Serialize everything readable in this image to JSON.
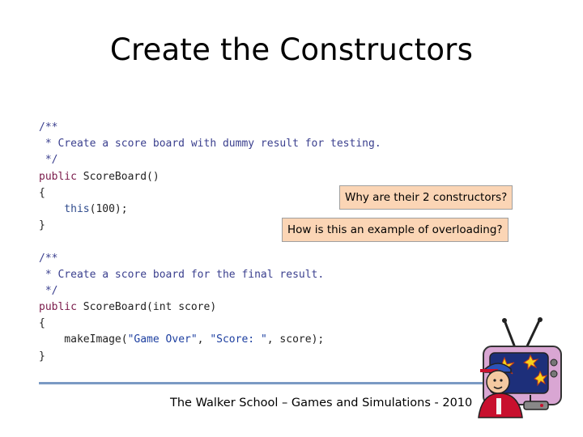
{
  "title": "Create the Constructors",
  "code_lines": [
    {
      "parts": [
        {
          "cls": "cm",
          "text": "/**"
        }
      ]
    },
    {
      "parts": [
        {
          "cls": "cm",
          "text": " * Create a score board with dummy result for testing."
        }
      ]
    },
    {
      "parts": [
        {
          "cls": "cm",
          "text": " */"
        }
      ]
    },
    {
      "parts": [
        {
          "cls": "kw",
          "text": "public"
        },
        {
          "cls": "fn",
          "text": " ScoreBoard()"
        }
      ]
    },
    {
      "parts": [
        {
          "cls": "fn",
          "text": "{"
        }
      ]
    },
    {
      "parts": [
        {
          "cls": "th",
          "text": "    this"
        },
        {
          "cls": "fn",
          "text": "(100);"
        }
      ]
    },
    {
      "parts": [
        {
          "cls": "fn",
          "text": "}"
        }
      ]
    },
    {
      "parts": [
        {
          "cls": "fn",
          "text": ""
        }
      ]
    },
    {
      "parts": [
        {
          "cls": "cm",
          "text": "/**"
        }
      ]
    },
    {
      "parts": [
        {
          "cls": "cm",
          "text": " * Create a score board for the final result."
        }
      ]
    },
    {
      "parts": [
        {
          "cls": "cm",
          "text": " */"
        }
      ]
    },
    {
      "parts": [
        {
          "cls": "kw",
          "text": "public"
        },
        {
          "cls": "fn",
          "text": " ScoreBoard(int score)"
        }
      ]
    },
    {
      "parts": [
        {
          "cls": "fn",
          "text": "{"
        }
      ]
    },
    {
      "parts": [
        {
          "cls": "fn",
          "text": "    makeImage("
        },
        {
          "cls": "str",
          "text": "\"Game Over\""
        },
        {
          "cls": "fn",
          "text": ", "
        },
        {
          "cls": "str",
          "text": "\"Score: \""
        },
        {
          "cls": "fn",
          "text": ", score);"
        }
      ]
    },
    {
      "parts": [
        {
          "cls": "fn",
          "text": "}"
        }
      ]
    }
  ],
  "callouts": {
    "q1": "Why are their 2 constructors?",
    "q2": "How is this an example of overloading?"
  },
  "footer": "The Walker School – Games and Simulations - 2010",
  "colors": {
    "callout_bg": "#fbd5b5",
    "rule": "#7a9ac4"
  },
  "icons": {
    "clipart": "tv-kid-clipart-icon"
  }
}
